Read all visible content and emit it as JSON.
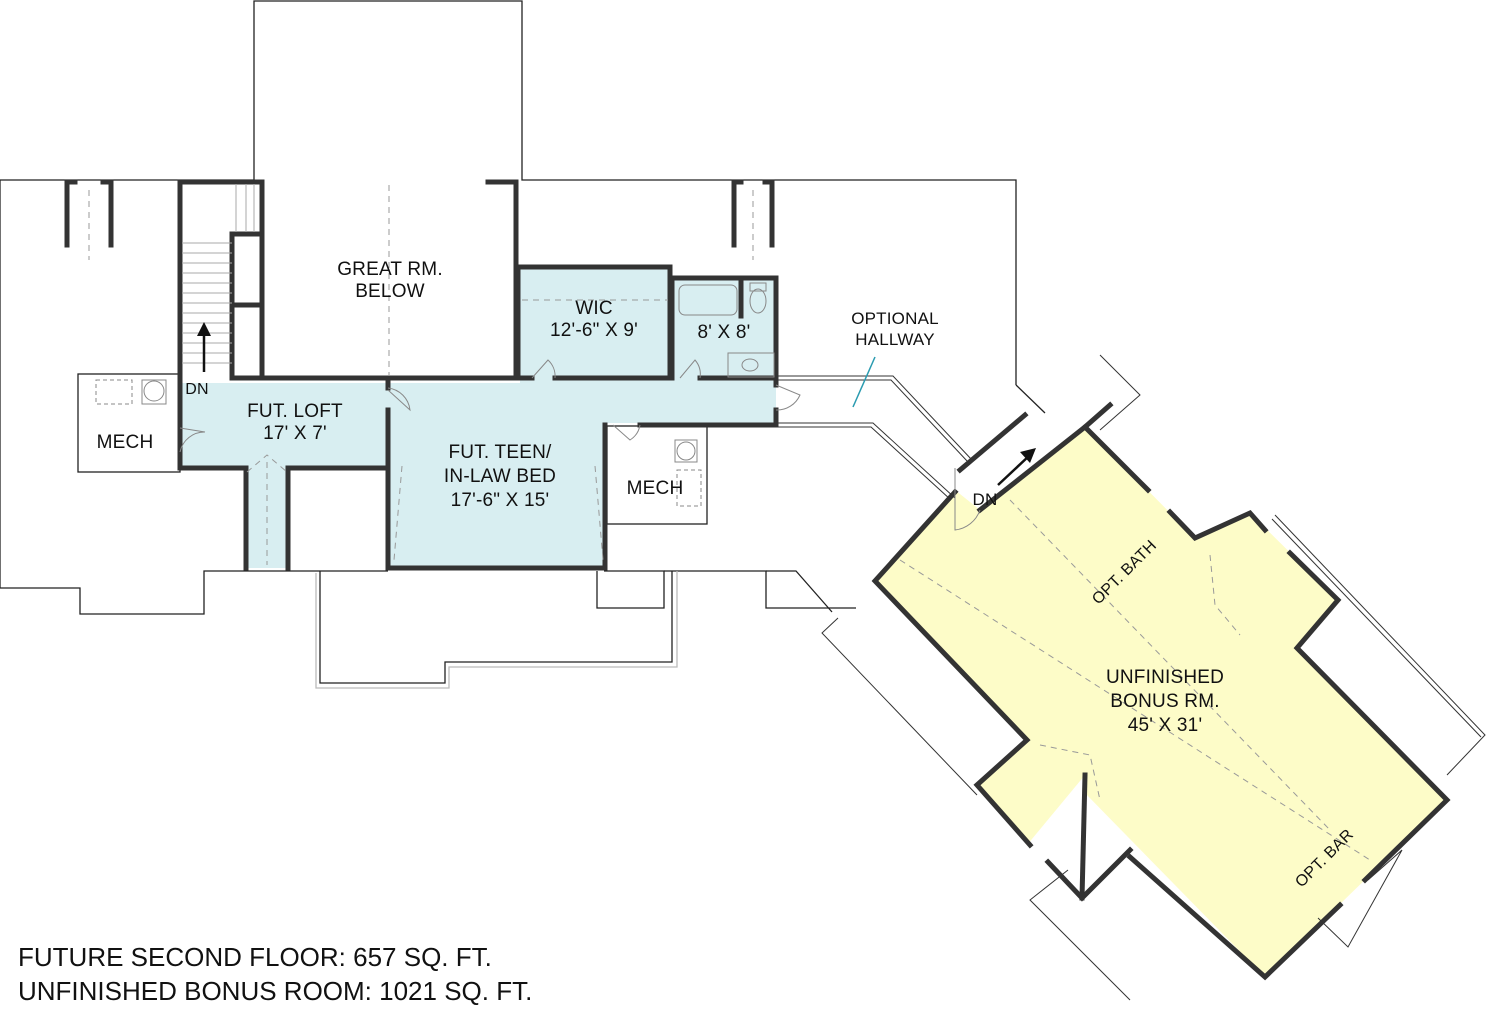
{
  "colors": {
    "finished_room_fill": "#d8eef1",
    "bonus_room_fill": "#fdfcc8",
    "wall": "#333333",
    "outline": "#222222",
    "callout_line": "#2a9bb0"
  },
  "rooms": {
    "great_room": {
      "name_line1": "GREAT RM.",
      "name_line2": "BELOW"
    },
    "wic": {
      "name": "WIC",
      "size": "12'-6\" X 9'"
    },
    "bath": {
      "size": "8' X 8'"
    },
    "optional_hallway": {
      "line1": "OPTIONAL",
      "line2": "HALLWAY"
    },
    "mech_left": {
      "name": "MECH"
    },
    "loft": {
      "name": "FUT. LOFT",
      "size": "17' X 7'"
    },
    "teen_bed": {
      "line1": "FUT. TEEN/",
      "line2": "IN-LAW BED",
      "size": "17'-6\" X 15'"
    },
    "mech_right": {
      "name": "MECH"
    },
    "stair_left": {
      "label": "DN"
    },
    "stair_right": {
      "label": "DN"
    },
    "opt_bath": {
      "name": "OPT. BATH"
    },
    "bonus_room": {
      "line1": "UNFINISHED",
      "line2": "BONUS RM.",
      "size": "45' X 31'"
    },
    "opt_bar": {
      "name": "OPT. BAR"
    }
  },
  "footer": {
    "line1": "FUTURE SECOND FLOOR: 657 SQ. FT.",
    "line2": "UNFINISHED BONUS ROOM: 1021 SQ. FT."
  }
}
